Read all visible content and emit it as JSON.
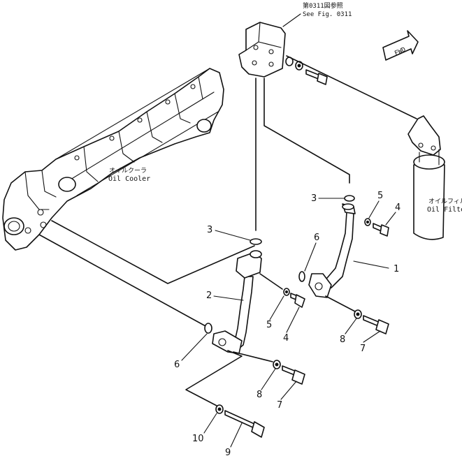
{
  "diagram": {
    "reference_note": {
      "jp": "第0311図参照",
      "en": "See  Fig. 0311"
    },
    "fwd_label": "FWD",
    "oil_cooler": {
      "jp": "オイルクーラ",
      "en": "Oil  Cooler"
    },
    "oil_filter": {
      "jp": "オイルフィルタ",
      "en": "Oil Filter"
    },
    "callouts": {
      "c1": "1",
      "c2": "2",
      "c3a": "3",
      "c3b": "3",
      "c4a": "4",
      "c4b": "4",
      "c5a": "5",
      "c5b": "5",
      "c6a": "6",
      "c6b": "6",
      "c7a": "7",
      "c7b": "7",
      "c8a": "8",
      "c8b": "8",
      "c9": "9",
      "c10": "10"
    }
  }
}
